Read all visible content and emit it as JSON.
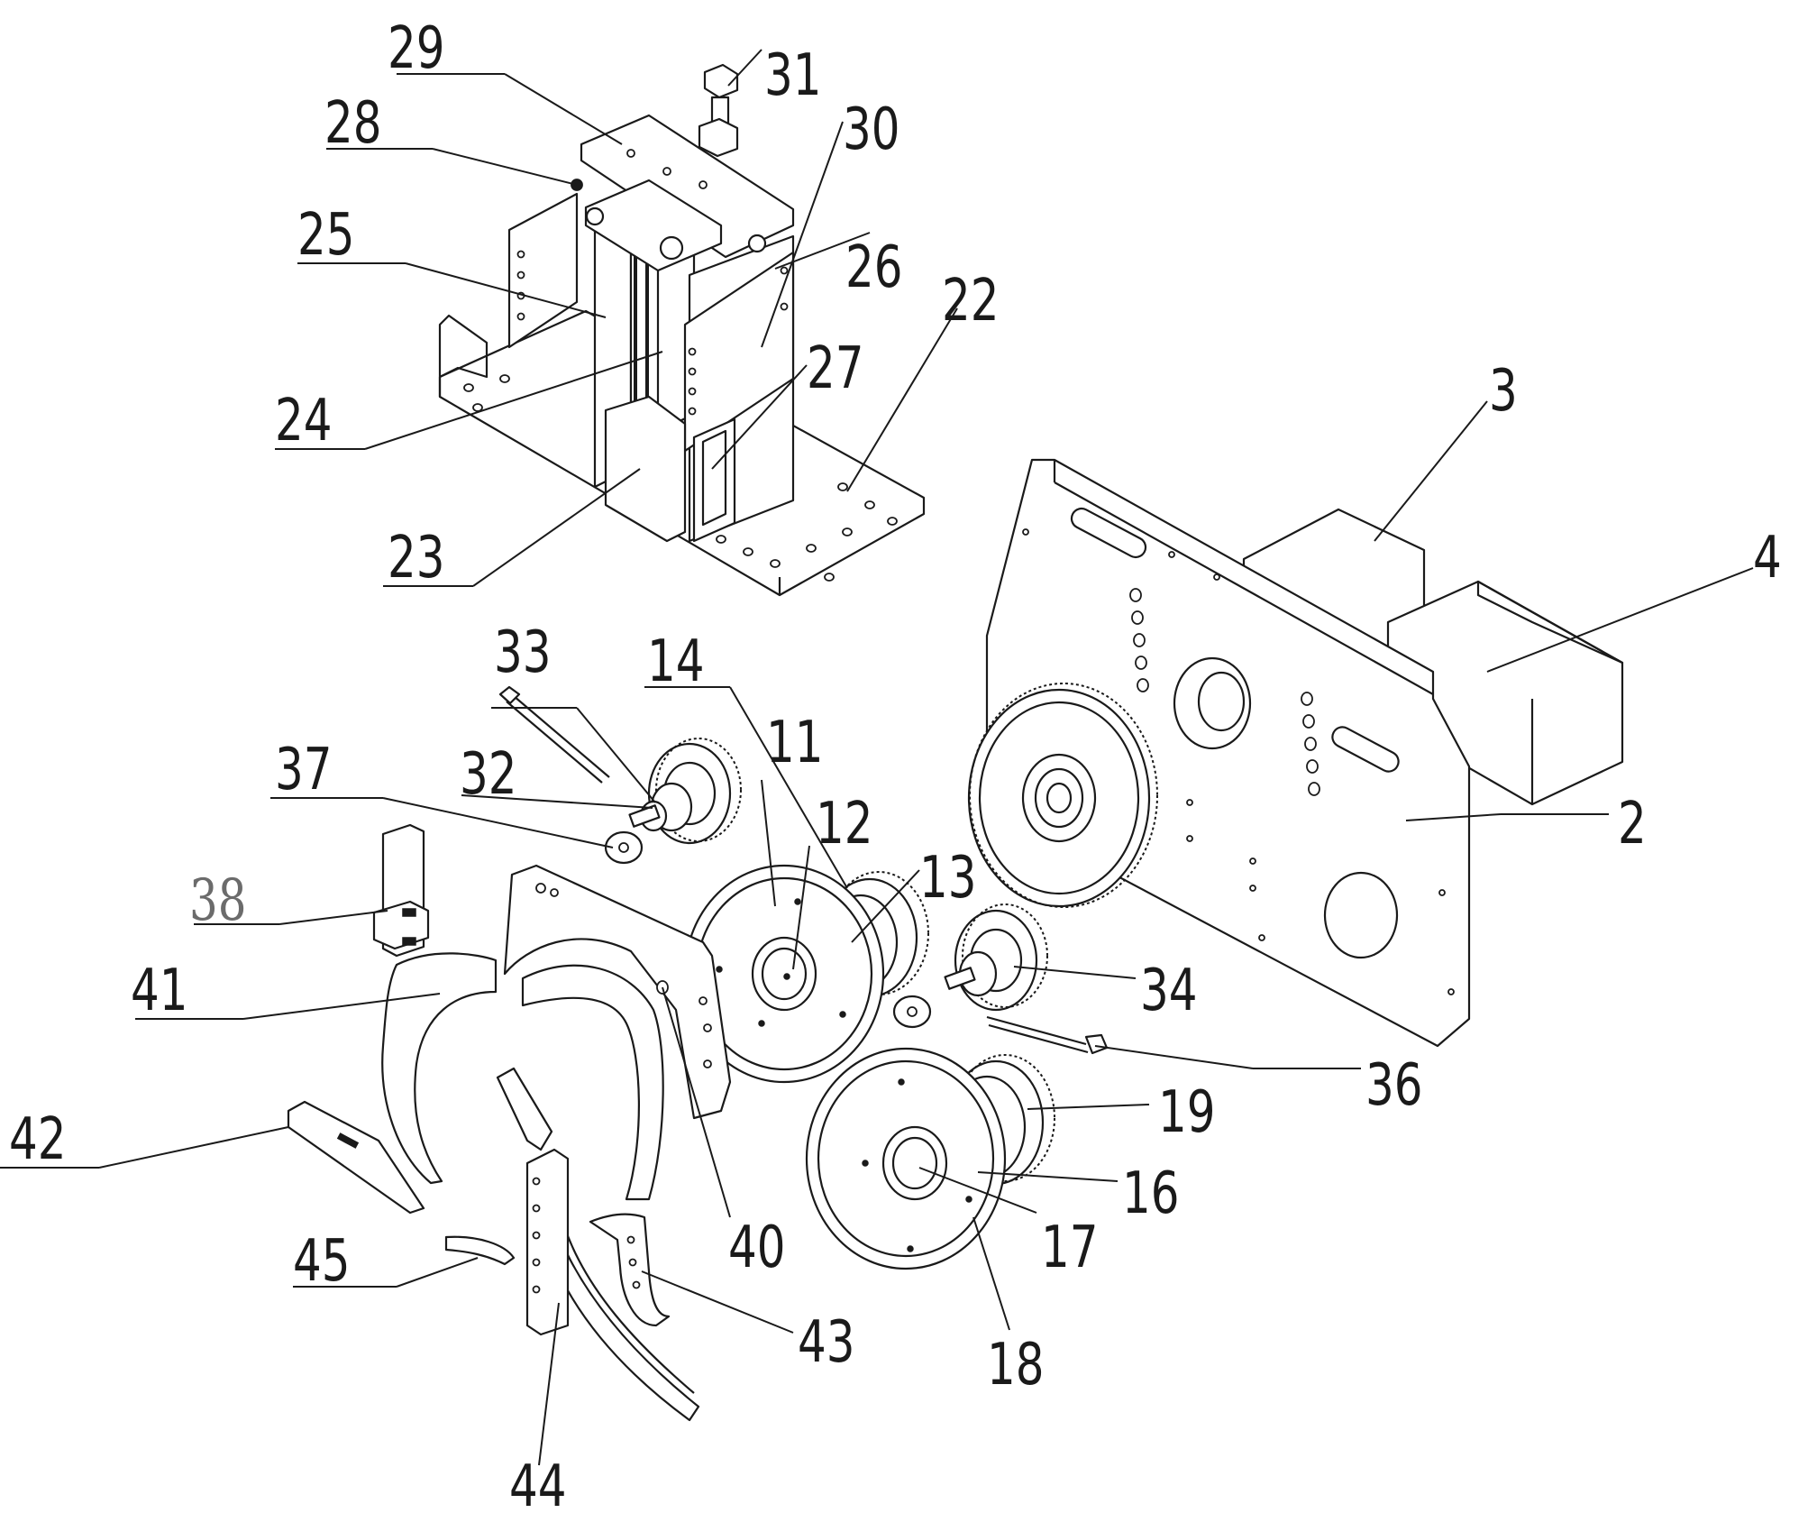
{
  "callouts": [
    {
      "id": "29",
      "text": "29"
    },
    {
      "id": "31",
      "text": "31"
    },
    {
      "id": "28",
      "text": "28"
    },
    {
      "id": "30",
      "text": "30"
    },
    {
      "id": "25",
      "text": "25"
    },
    {
      "id": "26",
      "text": "26"
    },
    {
      "id": "22",
      "text": "22"
    },
    {
      "id": "27",
      "text": "27"
    },
    {
      "id": "24",
      "text": "24"
    },
    {
      "id": "23",
      "text": "23"
    },
    {
      "id": "3",
      "text": "3"
    },
    {
      "id": "4",
      "text": "4"
    },
    {
      "id": "33",
      "text": "33"
    },
    {
      "id": "14",
      "text": "14"
    },
    {
      "id": "11",
      "text": "11"
    },
    {
      "id": "37",
      "text": "37"
    },
    {
      "id": "32",
      "text": "32"
    },
    {
      "id": "12",
      "text": "12"
    },
    {
      "id": "13",
      "text": "13"
    },
    {
      "id": "2",
      "text": "2"
    },
    {
      "id": "38",
      "text": "38"
    },
    {
      "id": "41",
      "text": "41"
    },
    {
      "id": "34",
      "text": "34"
    },
    {
      "id": "36",
      "text": "36"
    },
    {
      "id": "42",
      "text": "42"
    },
    {
      "id": "19",
      "text": "19"
    },
    {
      "id": "16",
      "text": "16"
    },
    {
      "id": "45",
      "text": "45"
    },
    {
      "id": "40",
      "text": "40"
    },
    {
      "id": "17",
      "text": "17"
    },
    {
      "id": "43",
      "text": "43"
    },
    {
      "id": "18",
      "text": "18"
    },
    {
      "id": "44",
      "text": "44"
    }
  ]
}
